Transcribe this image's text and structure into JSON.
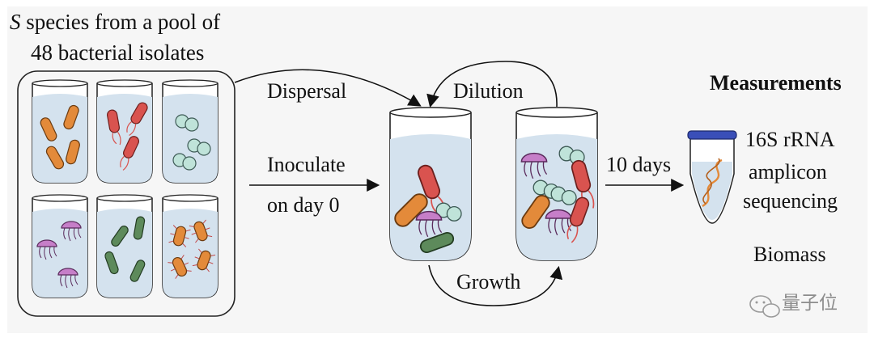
{
  "header": {
    "title_italic": "S",
    "title_rest": " species from a pool of",
    "title_line2": "48 bacterial isolates"
  },
  "labels": {
    "dispersal": "Dispersal",
    "dilution": "Dilution",
    "inoculate": "Inoculate",
    "on_day_0": "on day 0",
    "growth": "Growth",
    "ten_days": "10 days"
  },
  "measurements": {
    "heading": "Measurements",
    "line1": "16S rRNA",
    "line2": "amplicon",
    "line3": "sequencing",
    "biomass": "Biomass"
  },
  "watermark": "量子位",
  "colors": {
    "tube_liquid": "#d4e2ee",
    "orange_bacteria": "#e38a3a",
    "red_bacteria": "#d9534f",
    "teal_cocci": "#bfe3d9",
    "purple_bacteria": "#c67ec8",
    "green_bacteria": "#5d8a5b",
    "cap_blue": "#3a4fb8"
  }
}
